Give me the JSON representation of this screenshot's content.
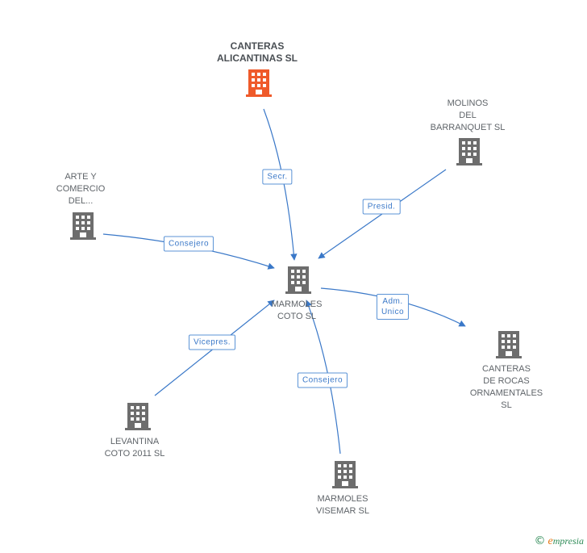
{
  "nodes": {
    "canteras_alicantinas": {
      "label": "CANTERAS\nALICANTINAS SL",
      "color": "#ef5a2a"
    },
    "molinos": {
      "label": "MOLINOS\nDEL\nBARRANQUET SL",
      "color": "#6d6d6d"
    },
    "arte": {
      "label": "ARTE Y\nCOMERCIO\nDEL...",
      "color": "#6d6d6d"
    },
    "marmoles_coto": {
      "label": "MARMOLES\nCOTO SL",
      "color": "#6d6d6d"
    },
    "canteras_rocas": {
      "label": "CANTERAS\nDE ROCAS\nORNAMENTALES SL",
      "color": "#6d6d6d"
    },
    "levantina": {
      "label": "LEVANTINA\nCOTO 2011 SL",
      "color": "#6d6d6d"
    },
    "visemar": {
      "label": "MARMOLES\nVISEMAR SL",
      "color": "#6d6d6d"
    }
  },
  "edges": {
    "secr": "Secr.",
    "presid": "Presid.",
    "consejero1": "Consejero",
    "adm_unico": "Adm.\nUnico",
    "vicepres": "Vicepres.",
    "consejero2": "Consejero"
  },
  "footer": {
    "copyright": "©",
    "brand_e": "e",
    "brand_rest": "mpresia"
  },
  "colors": {
    "edge": "#3a78c8",
    "building": "#6d6d6d",
    "highlight": "#ef5a2a"
  }
}
